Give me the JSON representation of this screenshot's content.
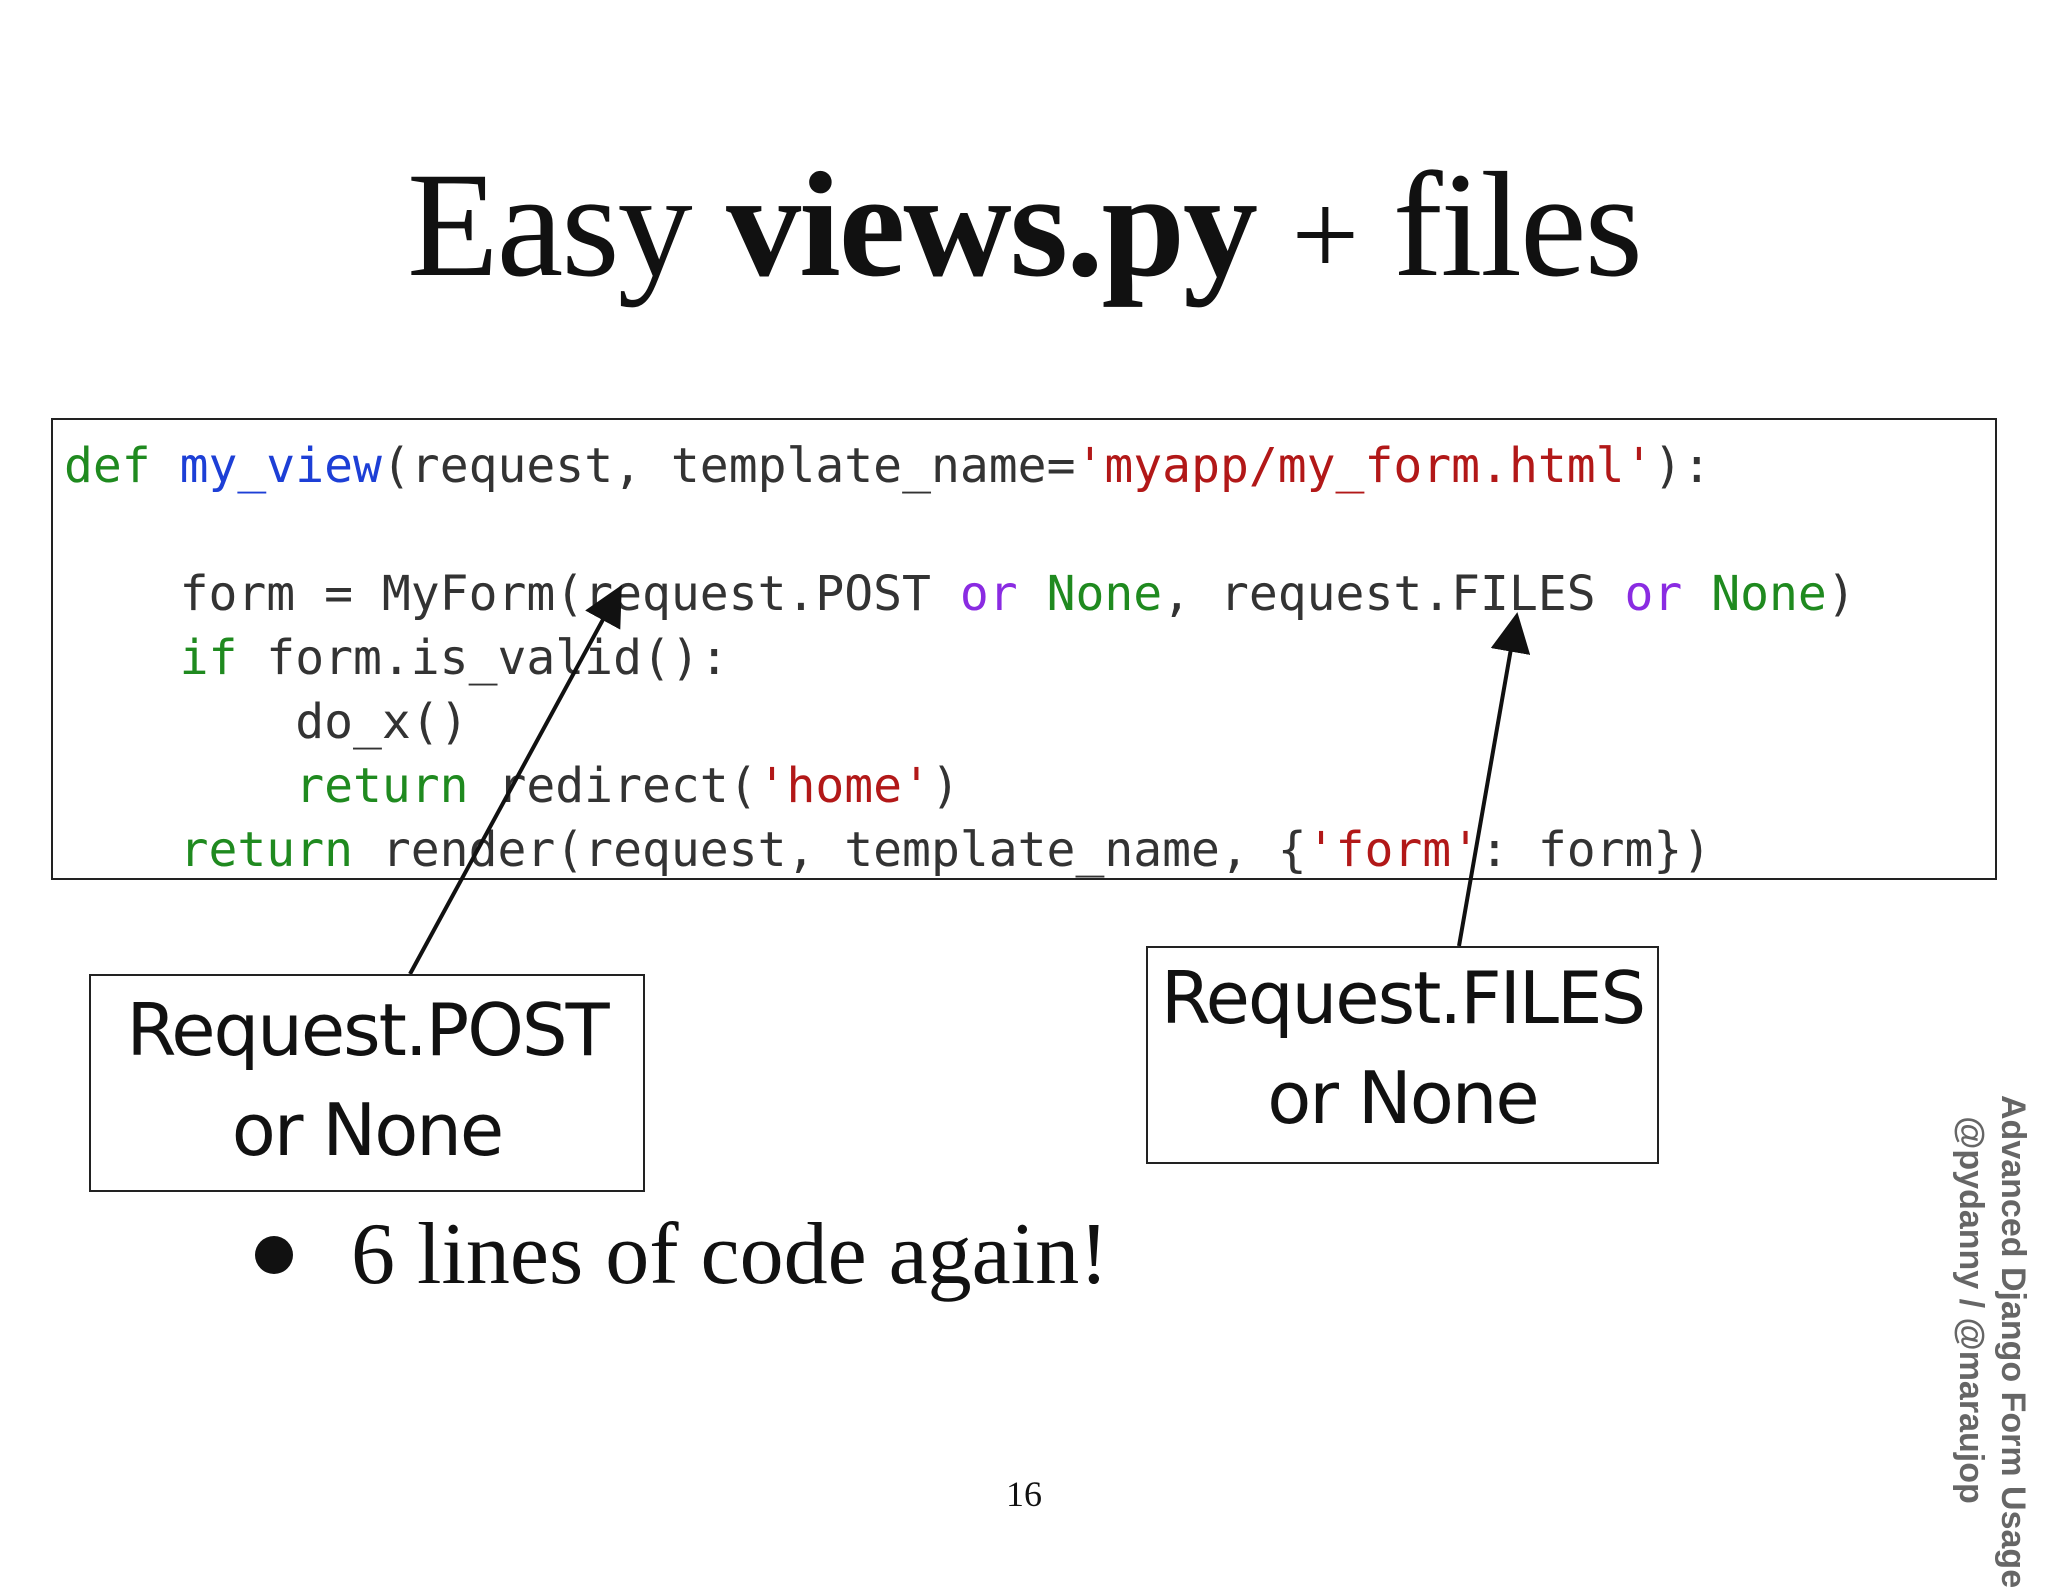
{
  "title": {
    "part1": "Easy",
    "part2": "views.py",
    "part3": "+",
    "part4": "files"
  },
  "code": {
    "line1": {
      "t1": "def",
      "t2": " ",
      "t3": "my_view",
      "t4": "(request, template_name=",
      "t5": "'myapp/my_form.html'",
      "t6": "):"
    },
    "line3": {
      "t1": "    form = MyForm(request.POST ",
      "t2": "or",
      "t3": " ",
      "t4": "None",
      "t5": ", request.FILES ",
      "t6": "or",
      "t7": " ",
      "t8": "None",
      "t9": ")"
    },
    "line4": {
      "t1": "    ",
      "t2": "if",
      "t3": " form.is_valid():"
    },
    "line5": {
      "t1": "        do_x()"
    },
    "line6": {
      "t1": "        ",
      "t2": "return",
      "t3": " redirect(",
      "t4": "'home'",
      "t5": ")"
    },
    "line7": {
      "t1": "    ",
      "t2": "return",
      "t3": " render(request, template_name, {",
      "t4": "'form'",
      "t5": ": form})"
    }
  },
  "callouts": {
    "post": {
      "line1": "Request.POST",
      "line2": "or None"
    },
    "files": {
      "line1": "Request.FILES",
      "line2": "or None"
    }
  },
  "bullet": {
    "text": "6 lines of code again!"
  },
  "page_number": "16",
  "side_credit": {
    "line1": "Advanced Django Form Usage",
    "line2": "@pydanny / @maraujop"
  },
  "colors": {
    "keyword_green": "#1f8a1f",
    "function_blue": "#1d3fd6",
    "string_red": "#b21818",
    "operator_purple": "#8a2be2",
    "code_text": "#333333",
    "credit_gray": "#666666"
  }
}
